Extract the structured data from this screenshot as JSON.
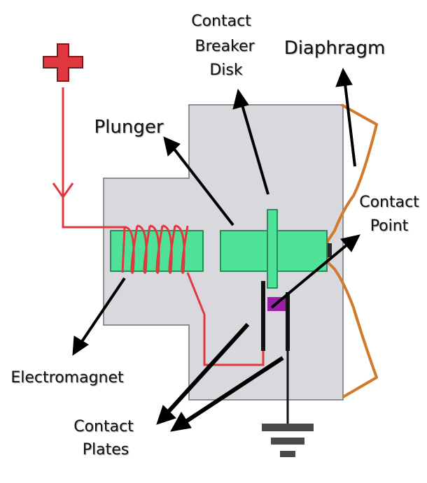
{
  "labels": {
    "contact_breaker_disk": [
      "Contact",
      "Breaker",
      "Disk"
    ],
    "diaphragm": "Diaphragm",
    "plunger": "Plunger",
    "contact_point": [
      "Contact",
      "Point"
    ],
    "electromagnet": "Electromagnet",
    "contact_plates": [
      "Contact",
      "Plates"
    ]
  },
  "colors": {
    "body": "#d9d8dd",
    "body_stroke": "#8f8f93",
    "wire": "#e0383e",
    "plunger": "#4fe39a",
    "plunger_stroke": "#2b8a58",
    "diaphragm": "#d07a2a",
    "contact_point": "#9b1fa8",
    "arrow": "#000000",
    "ground": "#4a4a4a"
  },
  "icons": {
    "positive_terminal": "plus-icon",
    "ground": "ground-icon"
  }
}
